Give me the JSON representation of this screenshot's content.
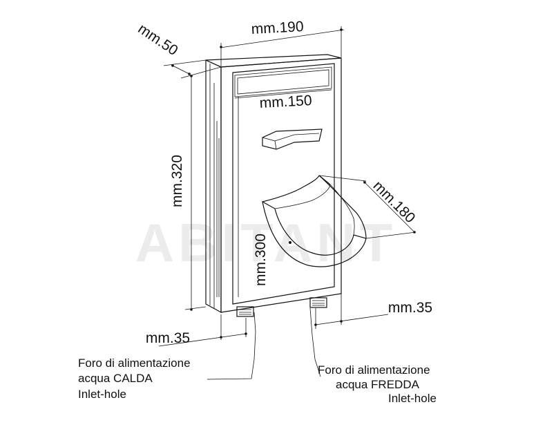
{
  "dimensions": {
    "depth": "mm.50",
    "width": "mm.190",
    "inner_width": "mm.150",
    "height": "mm.320",
    "shelf_depth": "mm.180",
    "inner_height": "mm.300",
    "left_offset": "mm.35",
    "right_offset": "mm.35"
  },
  "labels": {
    "hot_inlet": {
      "line1": "Foro di alimentazione",
      "line2": "acqua CALDA",
      "line3": "Inlet-hole"
    },
    "cold_inlet": {
      "line1": "Foro di alimentazione",
      "line2": "acqua FREDDA",
      "line3": "Inlet-hole"
    }
  },
  "watermark": "ABITANT",
  "colors": {
    "line": "#111111",
    "panel_fill": "#f4f4f4",
    "face_fill": "#e9e9e9",
    "watermark": "#ececec"
  }
}
